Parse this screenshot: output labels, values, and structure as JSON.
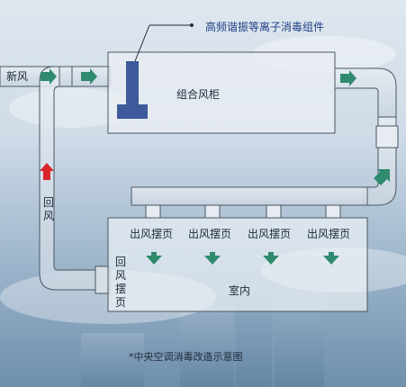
{
  "title": "高频谐振等离子消毒组件",
  "inlet_label": "新风",
  "ahu_label": "组合风柜",
  "return_label": "回风",
  "return_louver_label": "回风摆页",
  "outlets": [
    {
      "label": "出风摆页"
    },
    {
      "label": "出风摆页"
    },
    {
      "label": "出风摆页"
    },
    {
      "label": "出风摆页"
    }
  ],
  "room_label": "室内",
  "caption": "*中央空调消毒改造示意图",
  "colors": {
    "title_text": "#1f3f85",
    "flow_arrow": "#2f8a6e",
    "return_arrow": "#d9252a",
    "module": "#3d5a9a",
    "duct_stroke": "#4a5660"
  }
}
